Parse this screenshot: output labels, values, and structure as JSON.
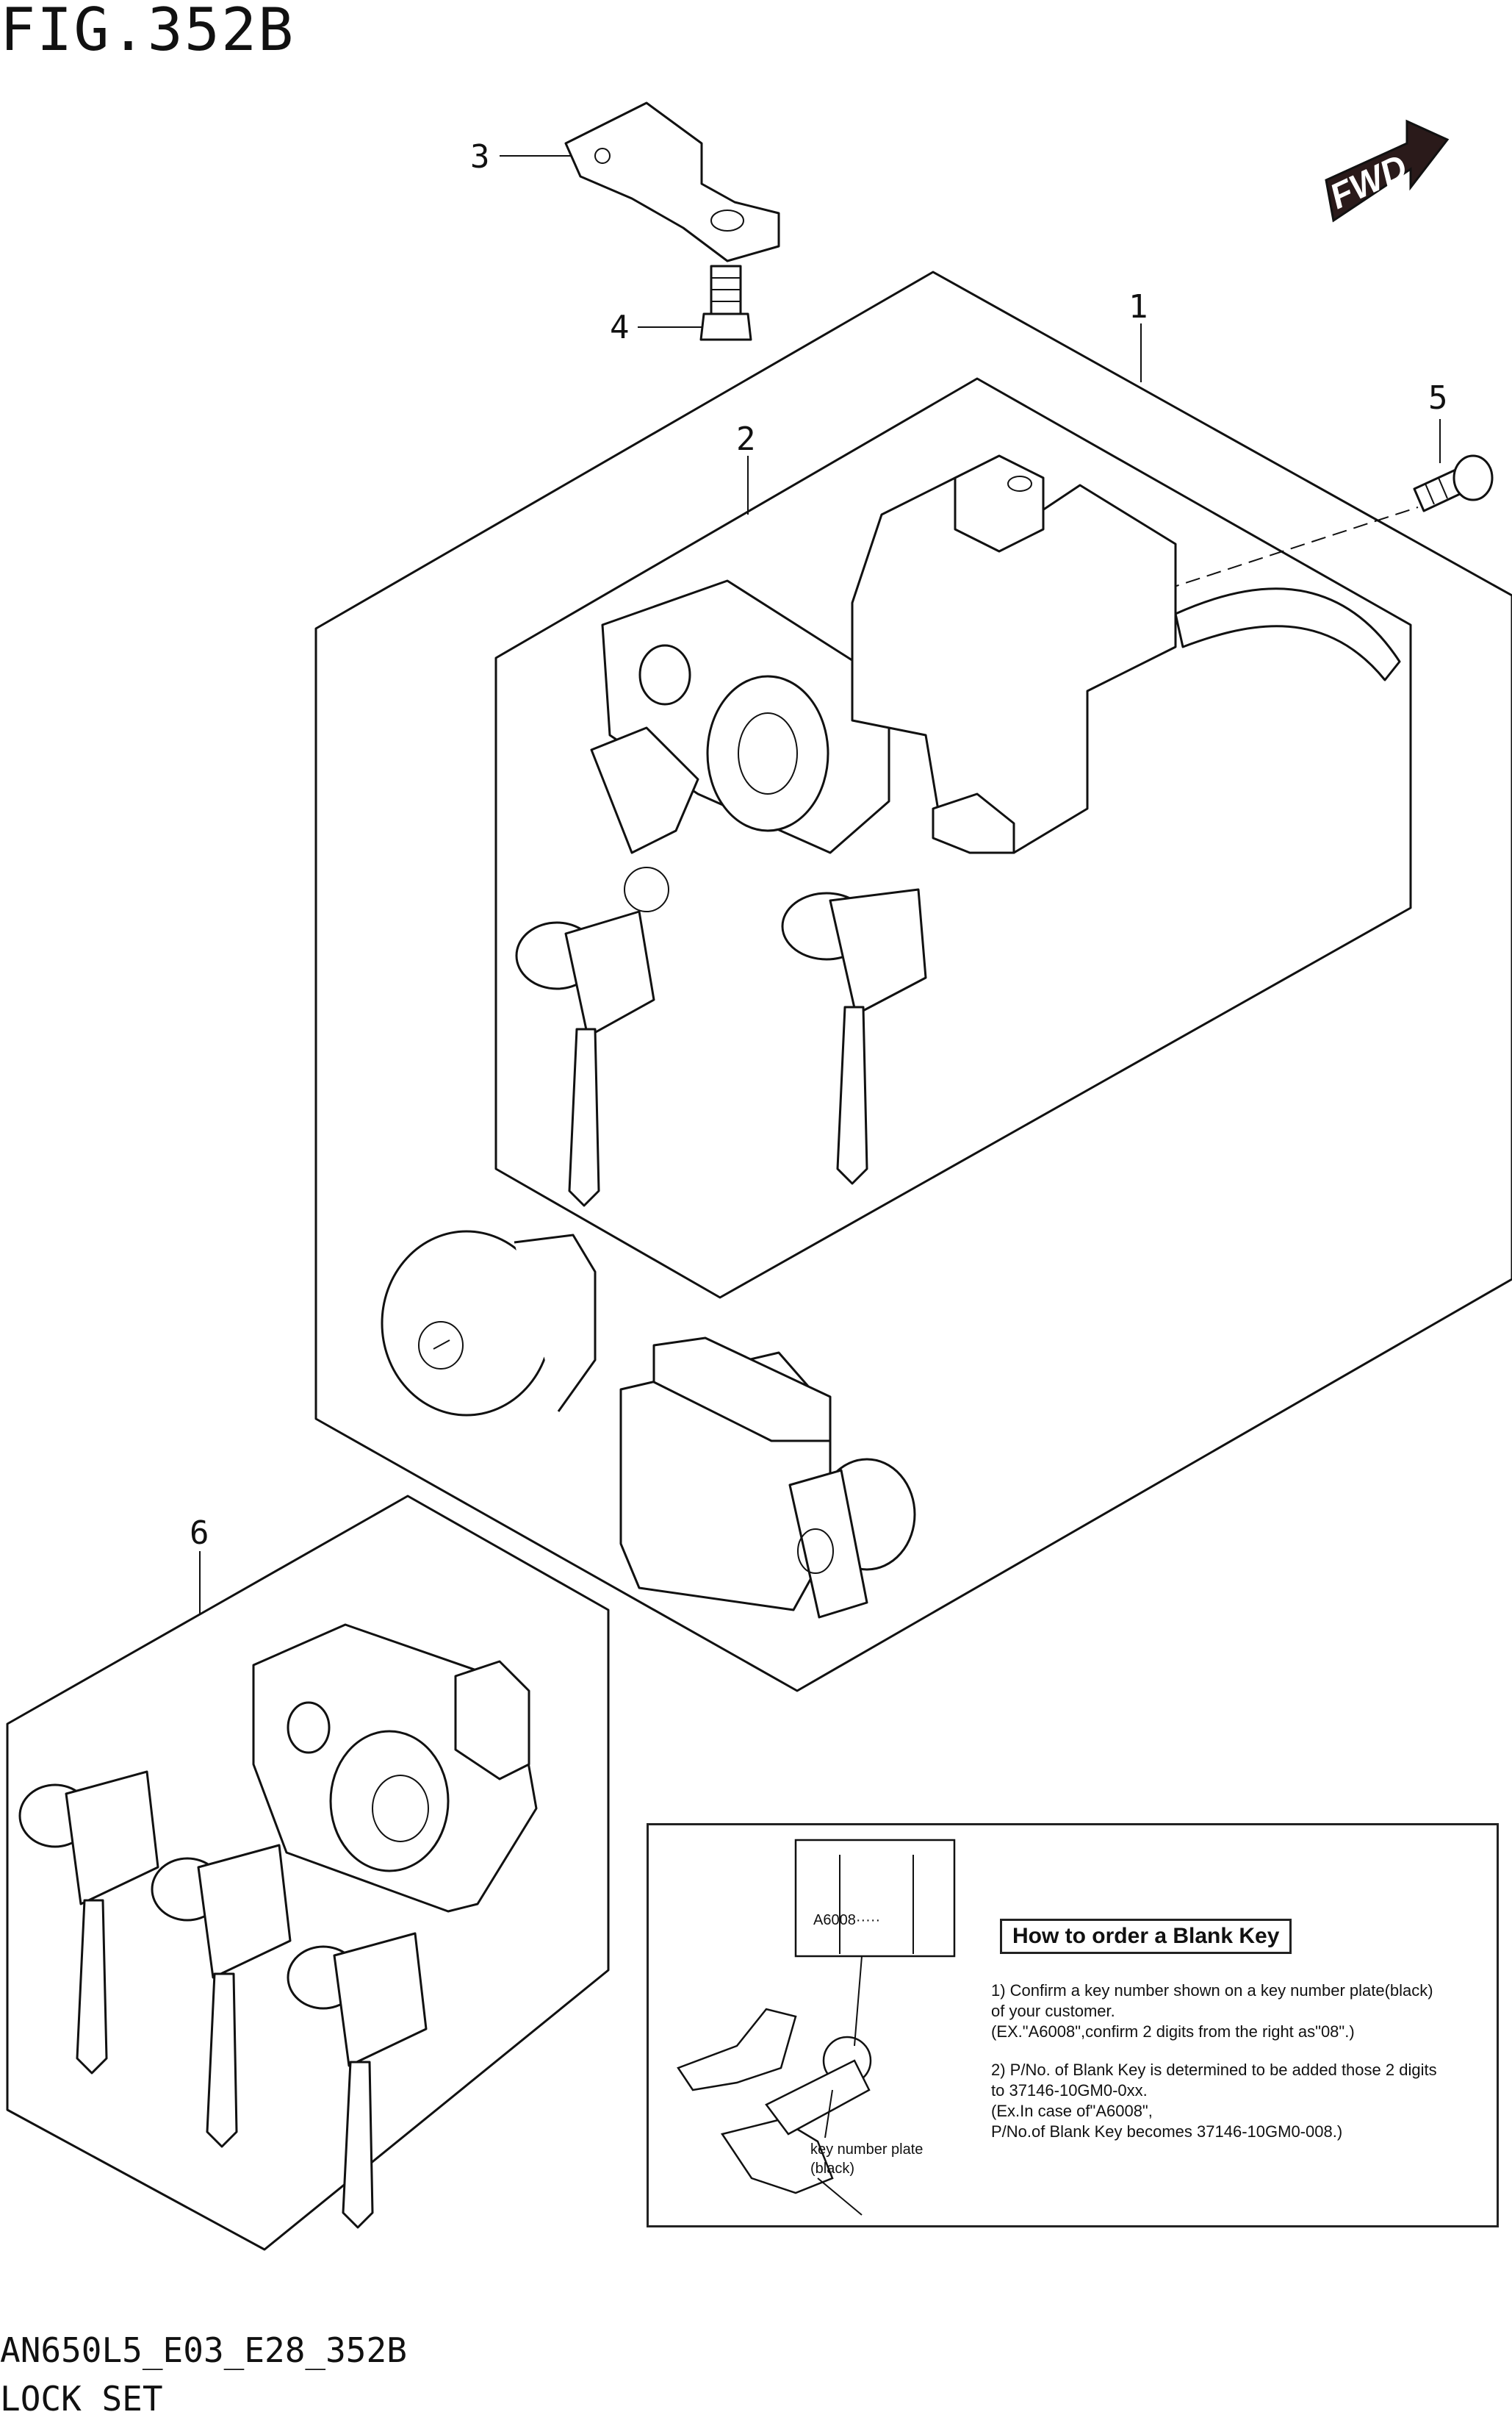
{
  "figure": {
    "title": "FIG.352B",
    "code": "AN650L5_E03_E28_352B",
    "name": "LOCK SET",
    "fwd_label": "FWD"
  },
  "callouts": [
    "1",
    "2",
    "3",
    "4",
    "5",
    "6"
  ],
  "note": {
    "plate_value": "A6008·····",
    "title": "How to order a Blank Key",
    "lines": [
      "1) Confirm a key number shown on a key number plate(black)",
      " of your customer.",
      "(EX.\"A6008\",confirm 2 digits from the right as\"08\".)",
      "2) P/No. of Blank Key is determined to be added those 2 digits",
      " to 37146-10GM0-0xx.",
      "(Ex.In case of\"A6008\",",
      "P/No.of Blank Key becomes 37146-10GM0-008.)"
    ],
    "key_plate_label": "key number plate",
    "key_plate_color": "(black)"
  }
}
